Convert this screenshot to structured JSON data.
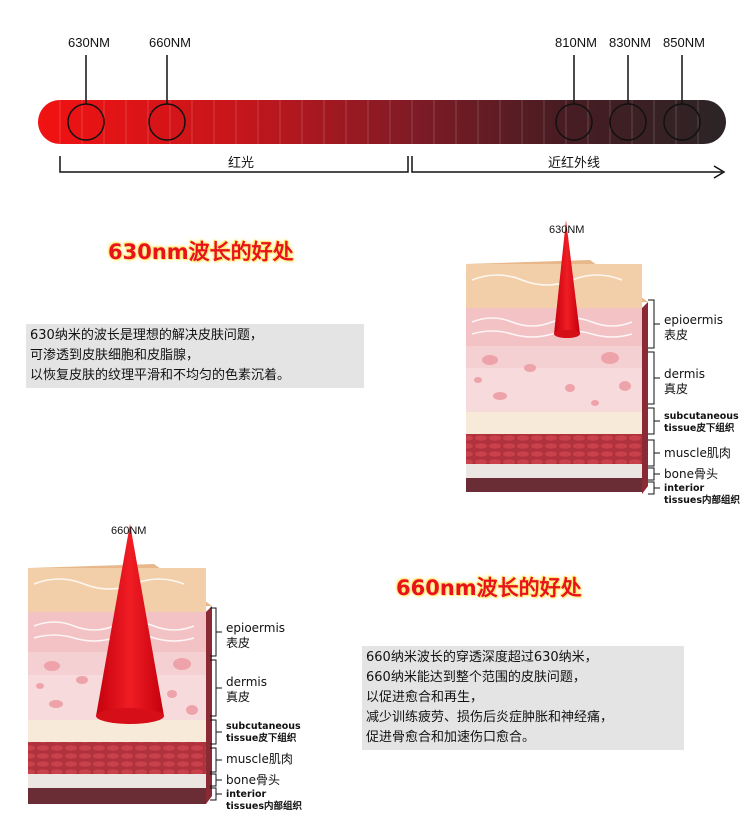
{
  "spectrum": {
    "wavelengths": [
      "630NM",
      "660NM",
      "810NM",
      "830NM",
      "850NM"
    ],
    "red_label": "红光",
    "nir_label": "近红外线",
    "colors": {
      "start": "#f01010",
      "mid": "#7a1a24",
      "end": "#2a2224"
    }
  },
  "section_630": {
    "heading": "630nm波长的好处",
    "lines": [
      "630纳米的波长是理想的解决皮肤问题，",
      "可渗透到皮肤细胞和皮脂腺，",
      "以恢复皮肤的纹理平滑和不均匀的色素沉着。"
    ],
    "beam_label": "630NM"
  },
  "section_660": {
    "heading": "660nm波长的好处",
    "lines": [
      "660纳米波长的穿透深度超过630纳米，",
      "660纳米能达到整个范围的皮肤问题，",
      "以促进愈合和再生，",
      "减少训练疲劳、损伤后炎症肿胀和神经痛，",
      "促进骨愈合和加速伤口愈合。"
    ],
    "beam_label": "660NM"
  },
  "layers": {
    "epidermis": [
      "epioermis",
      "表皮"
    ],
    "dermis": [
      "dermis",
      "真皮"
    ],
    "subcutaneous": [
      "subcutaneous",
      "tissue皮下组织"
    ],
    "muscle": "muscle肌肉",
    "bone": "bone骨头",
    "interior": [
      "interior",
      "tissues内部组织"
    ]
  },
  "colors": {
    "accent": "#e8121d",
    "beam": "#e2101a",
    "desc_bg": "#e4e4e4"
  }
}
